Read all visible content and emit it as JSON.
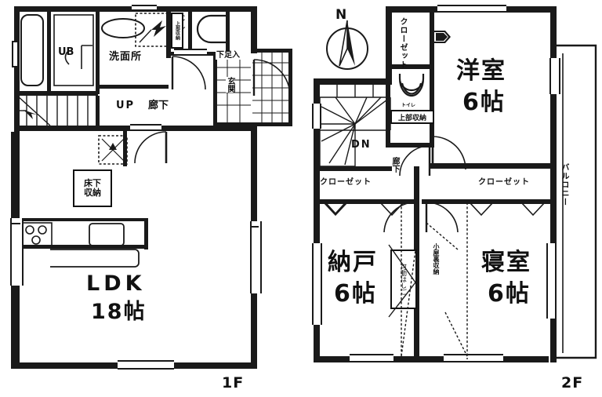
{
  "document": {
    "type": "real-estate-floor-plan",
    "floors": [
      "1F",
      "2F"
    ]
  },
  "floor1": {
    "label": "1F",
    "rooms": [
      {
        "id": "ldk",
        "name": "LDK",
        "size": "18帖",
        "name_en": "Living Dining Kitchen",
        "size_en": "18 tatami"
      },
      {
        "id": "senmenjo",
        "name": "洗面所",
        "name_en": "Washroom / Vanity"
      },
      {
        "id": "ub",
        "name": "UB",
        "name_en": "Unit Bath"
      },
      {
        "id": "toilet",
        "name": "トイレ",
        "name_en": "Toilet"
      },
      {
        "id": "genkan",
        "name": "玄関",
        "name_en": "Entrance"
      },
      {
        "id": "rouka",
        "name": "廊下",
        "name_en": "Hallway"
      }
    ],
    "annotations": [
      {
        "id": "up",
        "text": "UP",
        "meaning": "stairs up"
      },
      {
        "id": "joubu-shuunou",
        "text": "上部収納",
        "meaning": "upper storage"
      },
      {
        "id": "getabako",
        "text": "下足入",
        "meaning": "shoe cabinet"
      },
      {
        "id": "yukashita",
        "text": "床下収納",
        "meaning": "under-floor storage"
      }
    ]
  },
  "floor2": {
    "label": "2F",
    "rooms": [
      {
        "id": "youshitsu",
        "name": "洋室",
        "size": "6帖",
        "name_en": "Western-style room",
        "size_en": "6 tatami"
      },
      {
        "id": "nando",
        "name": "納戸",
        "size": "6帖",
        "name_en": "Storage room",
        "size_en": "6 tatami"
      },
      {
        "id": "shinshitsu",
        "name": "寝室",
        "size": "6帖",
        "name_en": "Bedroom",
        "size_en": "6 tatami"
      },
      {
        "id": "balcony",
        "name": "バルコニー",
        "name_en": "Balcony"
      },
      {
        "id": "toilet2",
        "name": "トイレ",
        "name_en": "Toilet"
      },
      {
        "id": "rouka2",
        "name": "廊下",
        "name_en": "Hallway"
      }
    ],
    "closets": [
      {
        "id": "closet-top",
        "text": "クローゼット",
        "orientation": "vertical"
      },
      {
        "id": "closet-left",
        "text": "クローゼット",
        "orientation": "horizontal"
      },
      {
        "id": "closet-right",
        "text": "クローゼット",
        "orientation": "horizontal"
      }
    ],
    "annotations": [
      {
        "id": "dn",
        "text": "DN",
        "meaning": "stairs down"
      },
      {
        "id": "joubu-shuunou2",
        "text": "上部収納",
        "meaning": "upper storage"
      },
      {
        "id": "kadou-hashigo",
        "text": "可動はしご",
        "meaning": "movable ladder"
      },
      {
        "id": "koyaura-shuunou",
        "text": "小屋裏収納",
        "meaning": "attic storage"
      }
    ],
    "compass": {
      "label": "N",
      "meaning": "north arrow"
    }
  },
  "colors": {
    "wall": "#1a1a1a",
    "background": "#ffffff",
    "text": "#111111"
  }
}
